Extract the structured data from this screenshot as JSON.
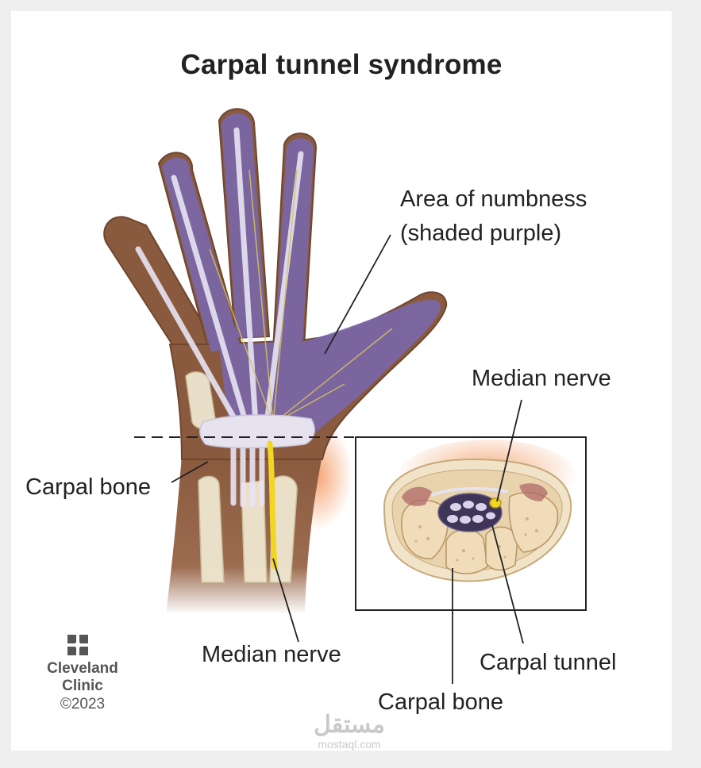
{
  "title": "Carpal tunnel syndrome",
  "labels": {
    "numbness_line1": "Area of numbness",
    "numbness_line2": "(shaded purple)",
    "median_nerve_inset": "Median nerve",
    "carpal_bone_hand": "Carpal bone",
    "median_nerve_hand": "Median nerve",
    "carpal_tunnel": "Carpal tunnel",
    "carpal_bone_inset": "Carpal bone"
  },
  "brand": {
    "icon": "cleveland-clinic-logo-icon",
    "name_line1": "Cleveland",
    "name_line2": "Clinic",
    "copyright": "©2023"
  },
  "watermark": {
    "arabic": "مستقل",
    "url": "mostaql.com"
  },
  "colors": {
    "skin": "#8a5a3e",
    "numbness": "#7a67a8",
    "nerve": "#f2d624",
    "tendon": "#e4e0f0",
    "bone": "#efe6cf",
    "inflammation": "#f3a06b",
    "text": "#222222"
  }
}
